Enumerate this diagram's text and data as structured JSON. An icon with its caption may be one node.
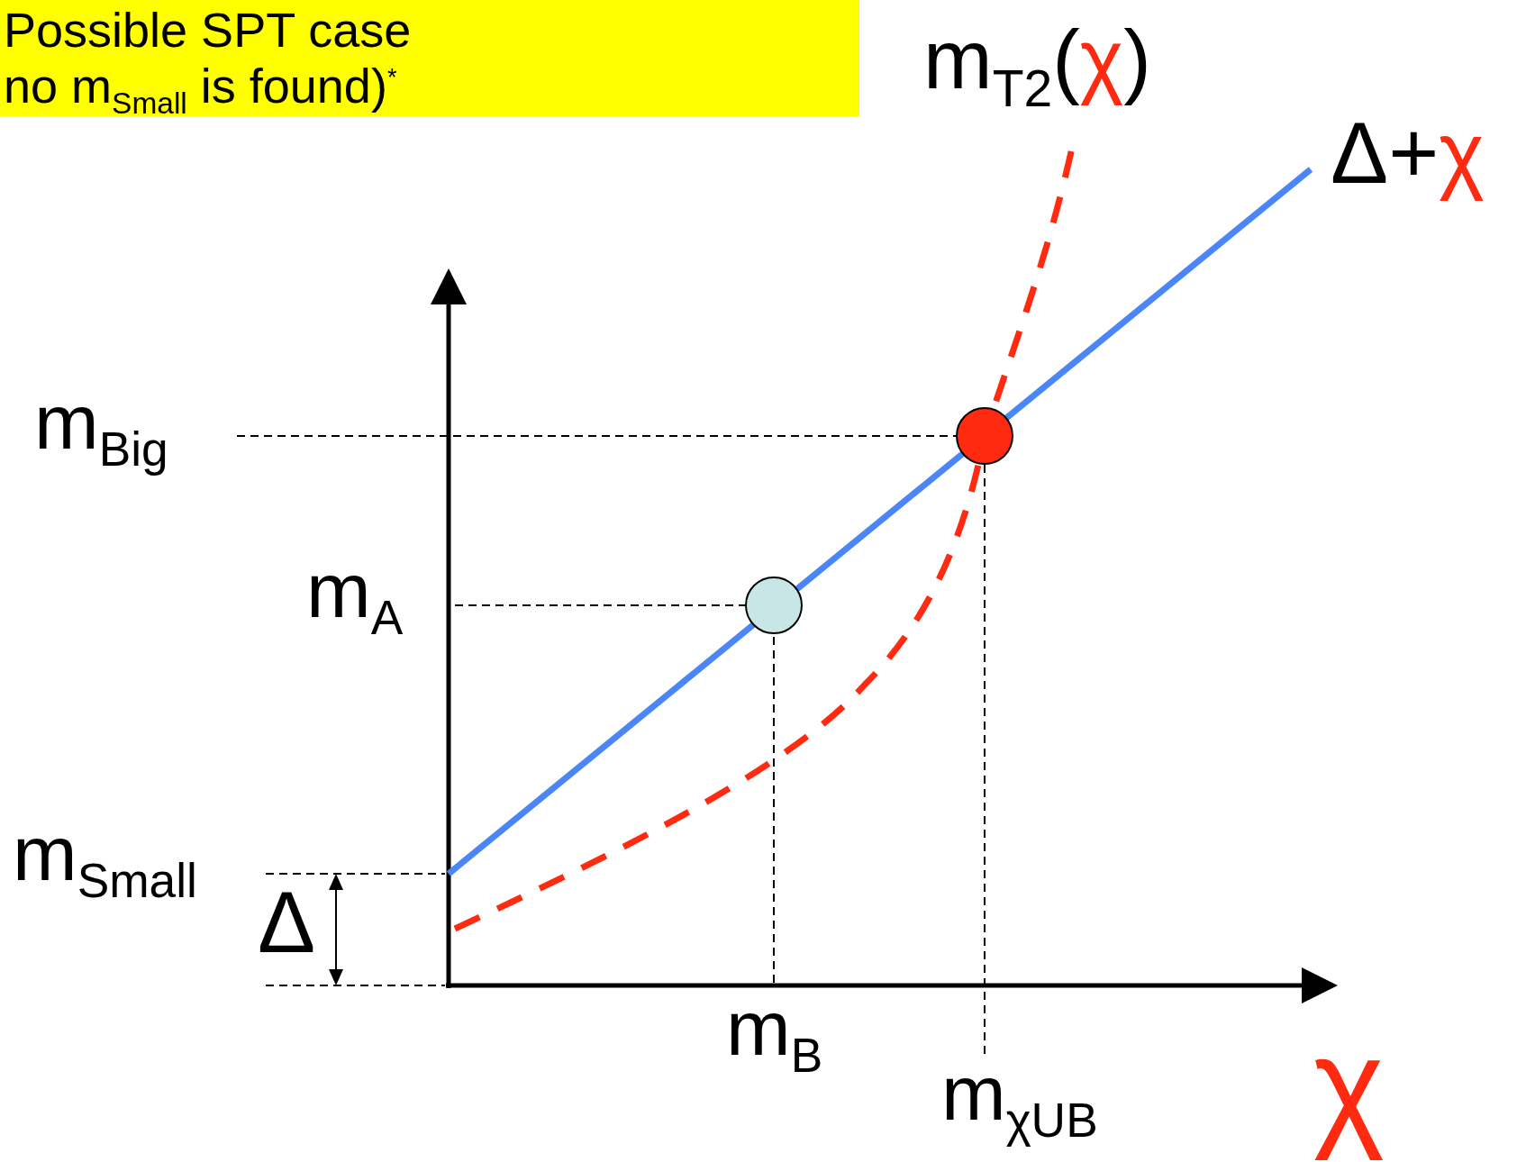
{
  "diagram": {
    "title": "Possible SPT case no m$_{Small}$ is found)$^{*}$",
    "labels": [
      "m$_{T2}$(",
      "χ",
      ")",
      "Δ+",
      "χ",
      "m$_{Big}$",
      "m$_{A}$",
      "m$_{Small}$",
      "Δ",
      "m$_{B}$",
      "m$_{χUB}$",
      "χ"
    ]
  }
}
